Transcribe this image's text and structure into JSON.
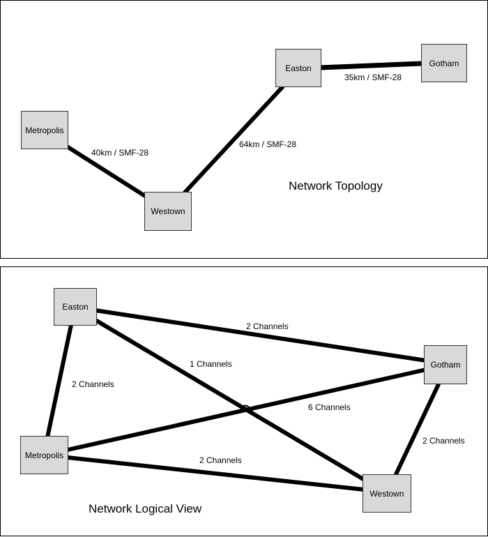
{
  "topology": {
    "title": "Network Topology",
    "nodes": {
      "metropolis": "Metropolis",
      "westown": "Westown",
      "easton": "Easton",
      "gotham": "Gotham"
    },
    "links": [
      {
        "from": "metropolis",
        "to": "westown",
        "label": "40km / SMF-28"
      },
      {
        "from": "westown",
        "to": "easton",
        "label": "64km / SMF-28"
      },
      {
        "from": "easton",
        "to": "gotham",
        "label": "35km / SMF-28"
      }
    ]
  },
  "logical": {
    "title": "Network Logical View",
    "nodes": {
      "easton": "Easton",
      "gotham": "Gotham",
      "metropolis": "Metropolis",
      "westown": "Westown"
    },
    "links": [
      {
        "from": "easton",
        "to": "gotham",
        "label": "2 Channels"
      },
      {
        "from": "easton",
        "to": "westown",
        "label": "1 Channels"
      },
      {
        "from": "easton",
        "to": "metropolis",
        "label": "2 Channels"
      },
      {
        "from": "metropolis",
        "to": "gotham",
        "label": "6 Channels"
      },
      {
        "from": "metropolis",
        "to": "westown",
        "label": "2 Channels"
      },
      {
        "from": "gotham",
        "to": "westown",
        "label": "2 Channels"
      }
    ]
  }
}
